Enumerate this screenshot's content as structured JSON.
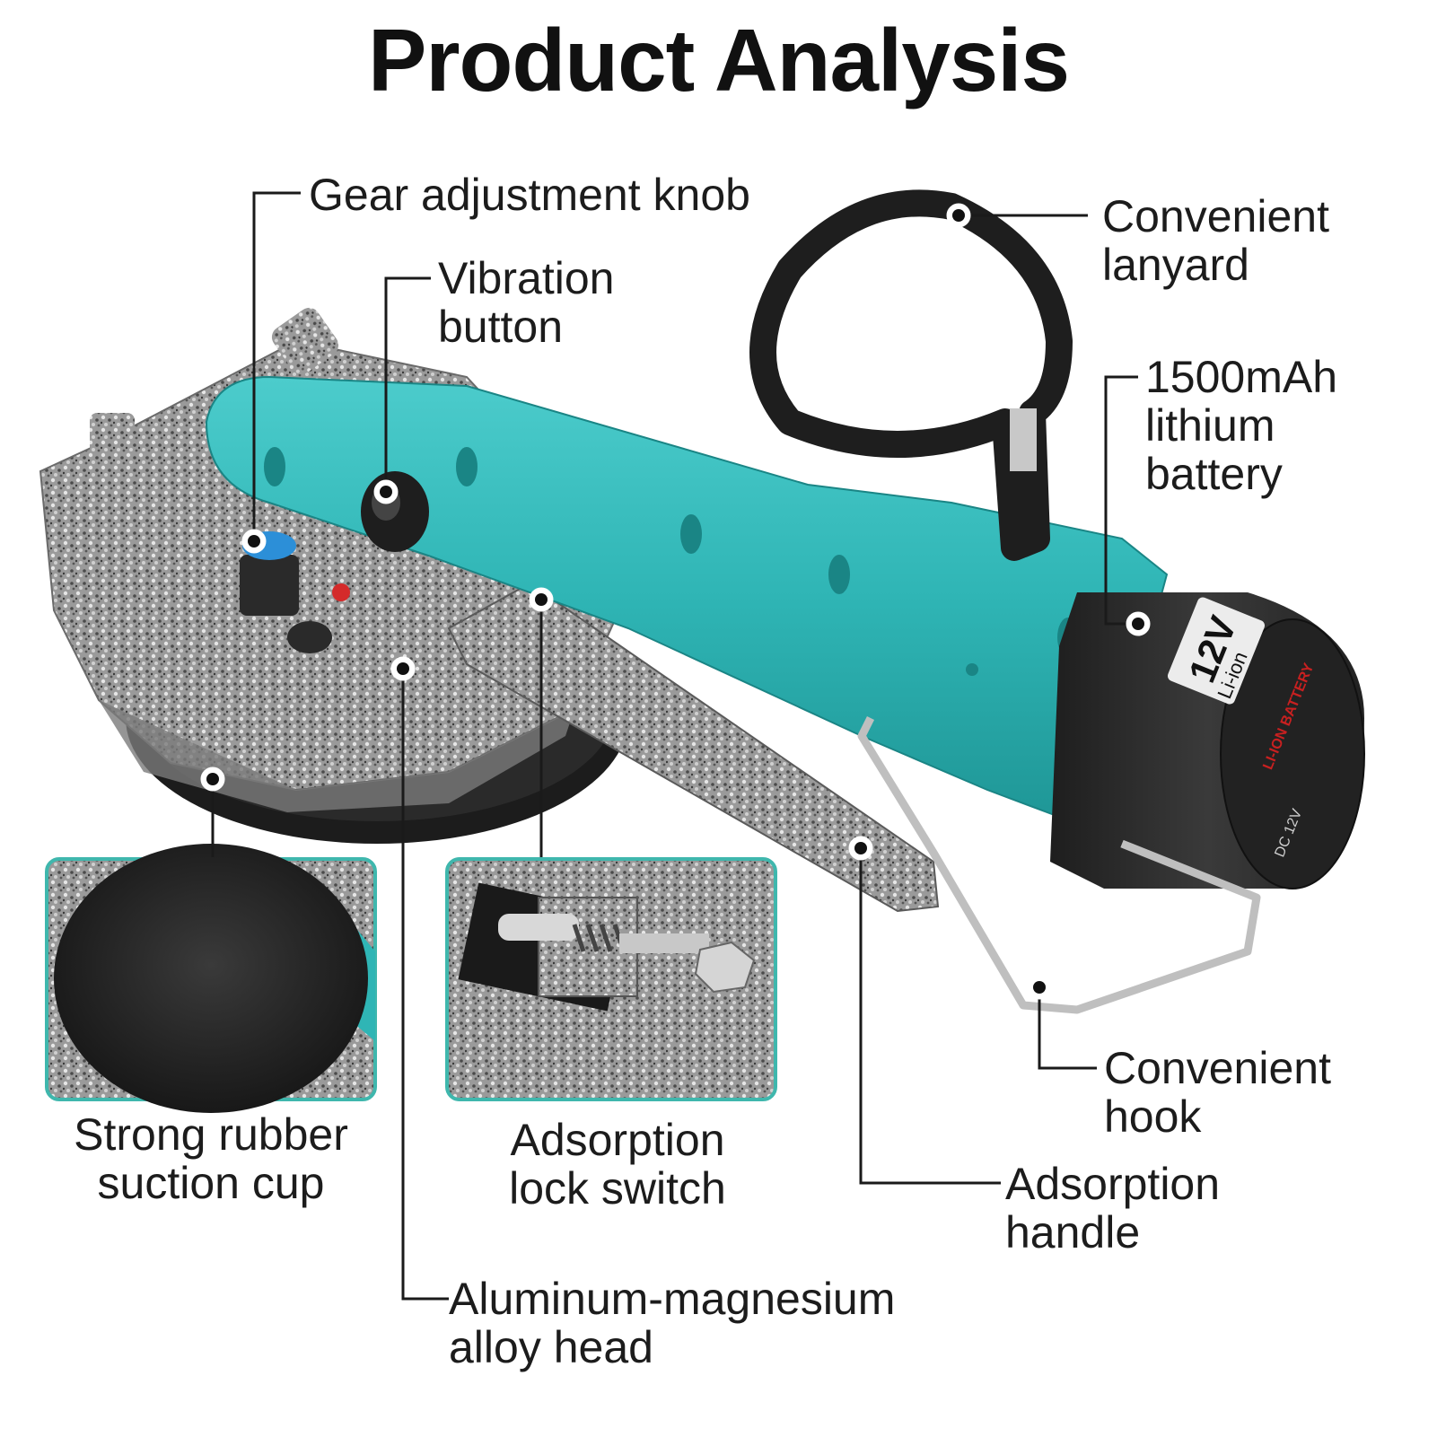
{
  "title": "Product Analysis",
  "labels": {
    "gear_knob": "Gear adjustment knob",
    "vibration_button": [
      "Vibration",
      "button"
    ],
    "lanyard": [
      "Convenient",
      "lanyard"
    ],
    "battery": [
      "1500mAh",
      "lithium",
      "battery"
    ],
    "suction_cup": [
      "Strong rubber",
      "suction cup"
    ],
    "lock_switch": [
      "Adsorption",
      "lock switch"
    ],
    "hook": [
      "Convenient",
      "hook"
    ],
    "handle": [
      "Adsorption",
      "handle"
    ],
    "head": [
      "Aluminum-magnesium",
      "alloy head"
    ]
  },
  "battery_pack": {
    "voltage": "12V",
    "type": "Li-ion",
    "band_text": "LI-ION BATTERY",
    "rating": "DC 12V"
  },
  "colors": {
    "body_teal": "#2fb5b5",
    "body_teal_dark": "#1f9797",
    "metal_gray": "#8c8c8c",
    "battery_black": "#2b2b2b",
    "panel_border": "#3fb7ad",
    "title": "#111111"
  }
}
